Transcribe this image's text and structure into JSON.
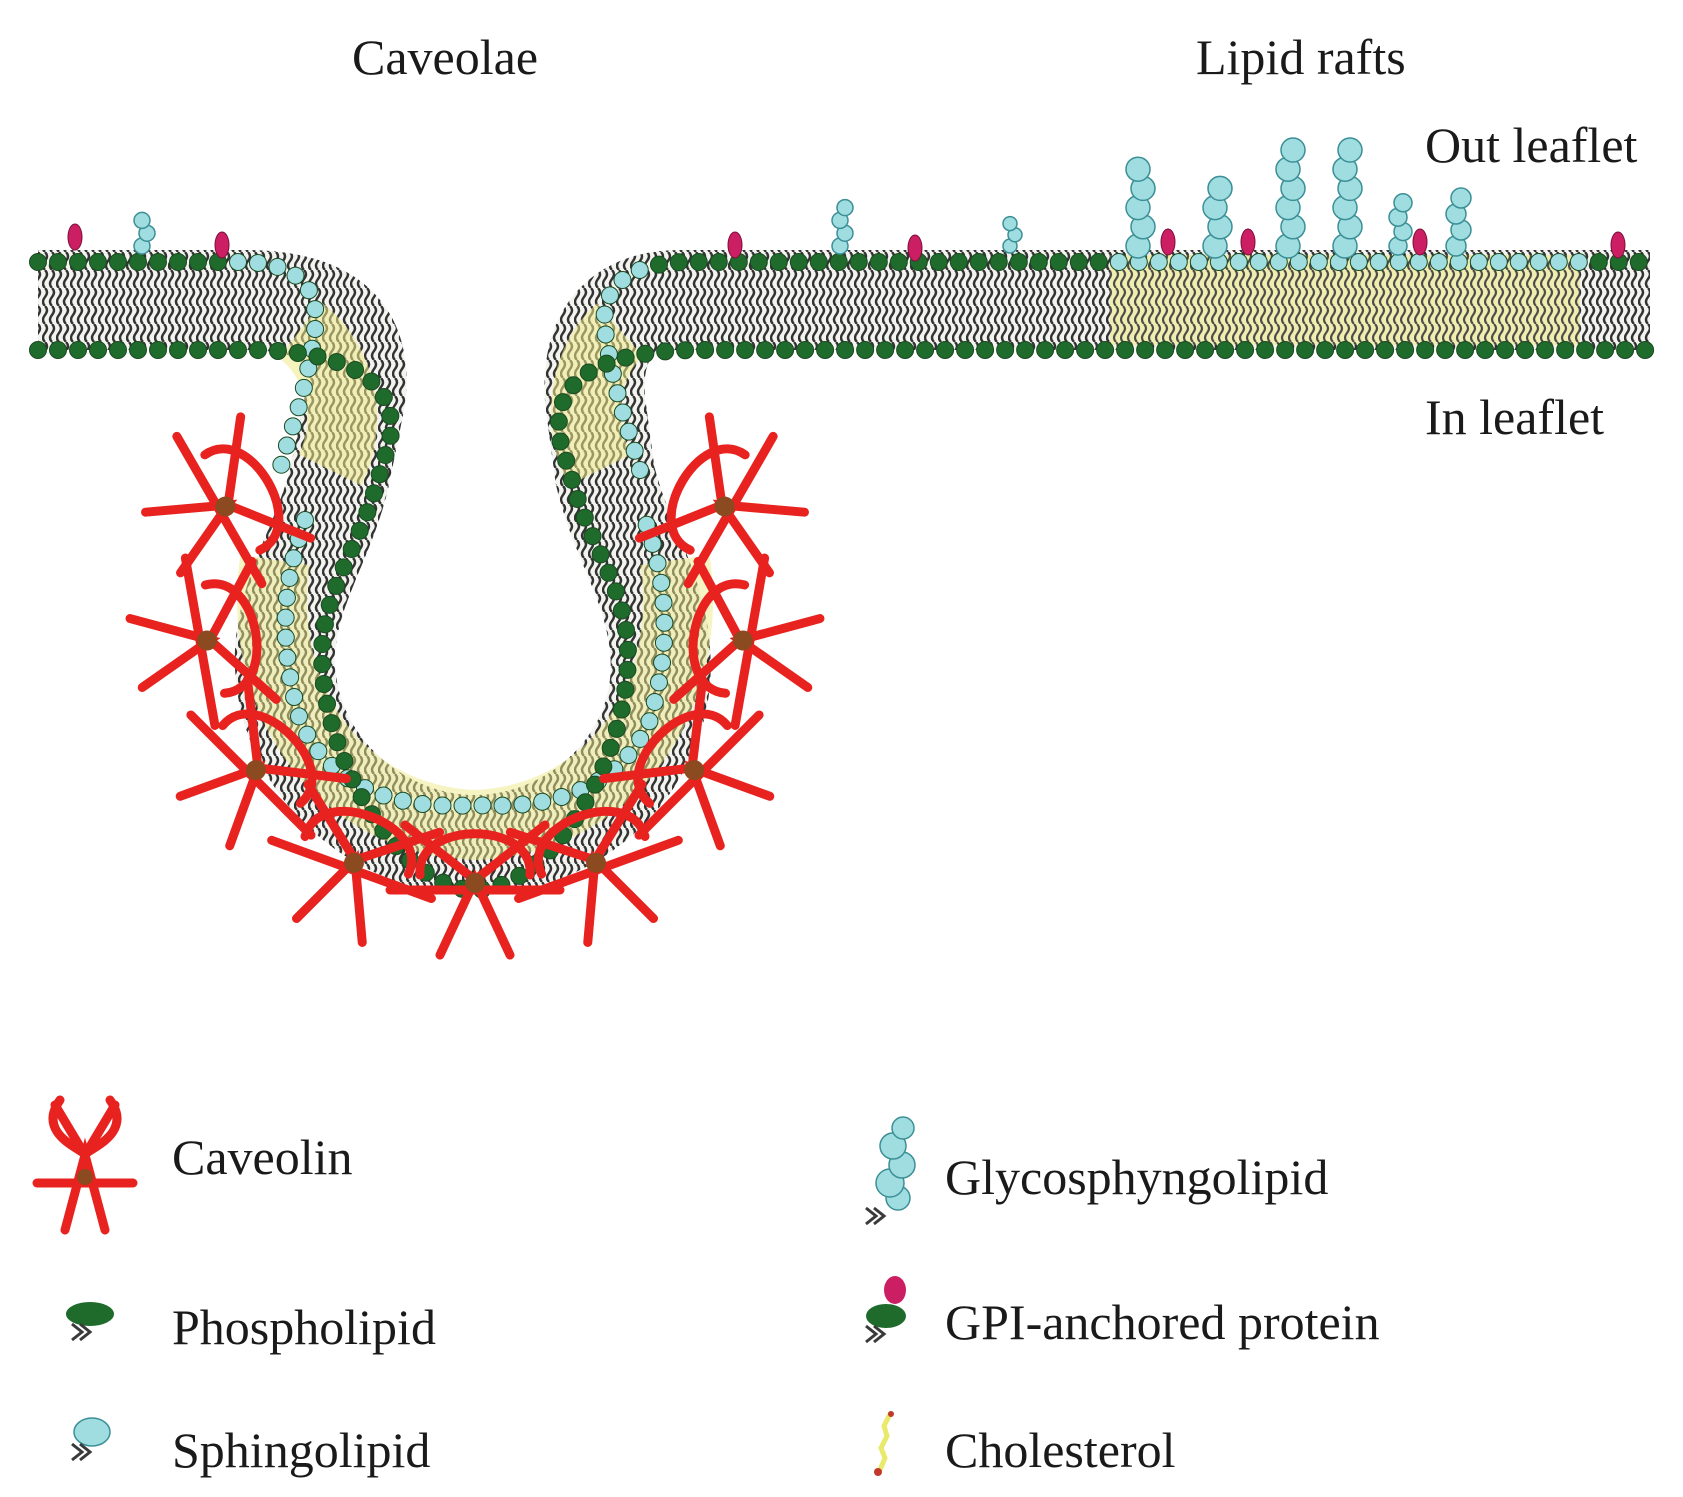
{
  "titles": {
    "caveolae": "Caveolae",
    "lipid_rafts": "Lipid rafts"
  },
  "leaflets": {
    "out": "Out leaflet",
    "in": "In leaflet"
  },
  "legend": {
    "caveolin": "Caveolin",
    "phospholipid": "Phospholipid",
    "sphingolipid": "Sphingolipid",
    "glycosphingolipid": "Glycosphyngolipid",
    "gpi_protein": "GPI-anchored protein",
    "cholesterol": "Cholesterol"
  },
  "colors": {
    "caveolin": "#e8231f",
    "caveolin_core": "#8b4a1f",
    "phospholipid_head": "#1f6b2c",
    "sphingolipid_head": "#9fdde0",
    "gpi_head": "#cc1f63",
    "cholesterol": "#e9e96b",
    "tail": "#3a3a3a"
  }
}
